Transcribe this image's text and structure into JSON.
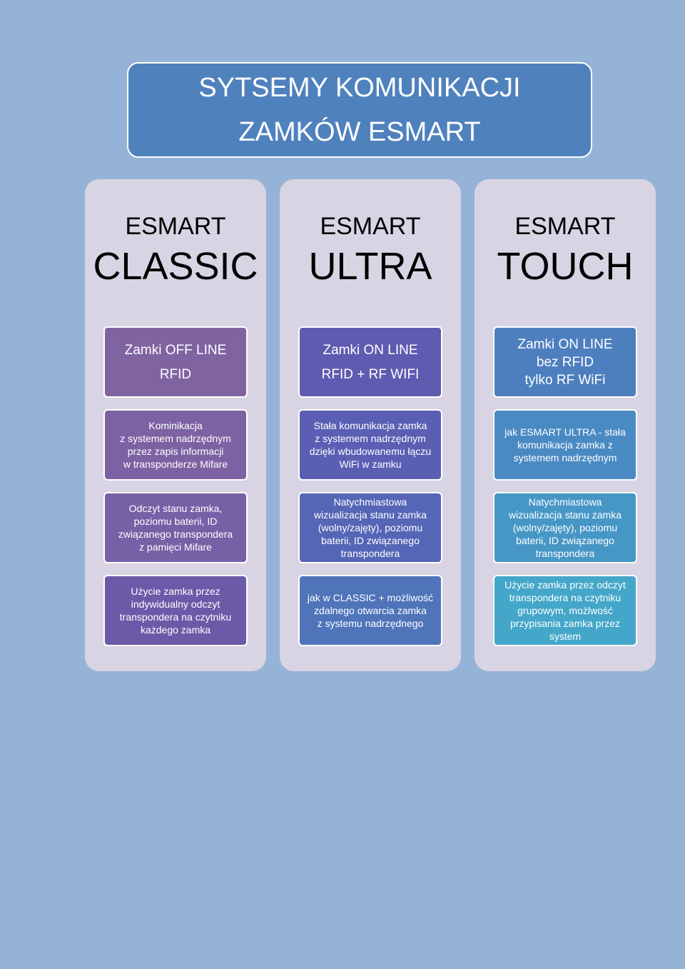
{
  "title": {
    "line1": "SYTSEMY KOMUNIKACJI",
    "line2": "ZAMKÓW ESMART"
  },
  "columns": [
    {
      "brand": "ESMART",
      "name": "CLASSIC",
      "type_lines": [
        "Zamki OFF LINE",
        "RFID"
      ],
      "type_color": "#8064a2",
      "cards": [
        {
          "lines": [
            "Kominikacja",
            "z systemem nadrzędnym",
            "przez zapis informacji",
            "w transponderze Mifare"
          ],
          "color": "#7d62a3"
        },
        {
          "lines": [
            "Odczyt stanu zamka,",
            "poziomu baterii, ID",
            "związanego transpondera",
            "z  pamięci Mifare"
          ],
          "color": "#7660a6"
        },
        {
          "lines": [
            "Użycie zamka przez",
            "indywidualny odczyt",
            "transpondera na czytniku",
            "każdego zamka"
          ],
          "color": "#6b5aa8"
        }
      ]
    },
    {
      "brand": "ESMART",
      "name": "ULTRA",
      "type_lines": [
        "Zamki ON LINE",
        "RFID + RF WIFI"
      ],
      "type_color": "#5f5bb0",
      "cards": [
        {
          "lines": [
            "Stała komunikacja zamka",
            "z systemem nadrzędnym",
            "dzięki wbudowanemu łączu",
            "WiFi  w zamku"
          ],
          "color": "#5a5fb3"
        },
        {
          "lines": [
            "Natychmiastowa",
            "wizualizacja stanu zamka",
            "(wolny/zajęty), poziomu",
            "baterii, ID związanego",
            "transpondera"
          ],
          "color": "#5566b6"
        },
        {
          "lines": [
            "jak w CLASSIC + możliwość",
            "zdalnego otwarcia zamka",
            "z systemu nadrzędnego"
          ],
          "color": "#4f74ba"
        }
      ]
    },
    {
      "brand": "ESMART",
      "name": "TOUCH",
      "type_lines": [
        "Zamki ON LINE",
        "bez RFID",
        "tylko RF WiFi"
      ],
      "type_color": "#4d7fbf",
      "cards": [
        {
          "lines": [
            "jak ESMART ULTRA - stała",
            "komunikacja zamka z",
            "systemem nadrzędnym"
          ],
          "color": "#4a8ac3"
        },
        {
          "lines": [
            "Natychmiastowa",
            "wizualizacja stanu zamka",
            "(wolny/zajęty), poziomu",
            "baterii, ID związanego",
            "transpondera"
          ],
          "color": "#4797c6"
        },
        {
          "lines": [
            "Użycie zamka przez odczyt",
            "transpondera na czytniku",
            "grupowym, możlwość",
            "przypisania zamka przez",
            "system"
          ],
          "color": "#44a7c9"
        }
      ]
    }
  ]
}
